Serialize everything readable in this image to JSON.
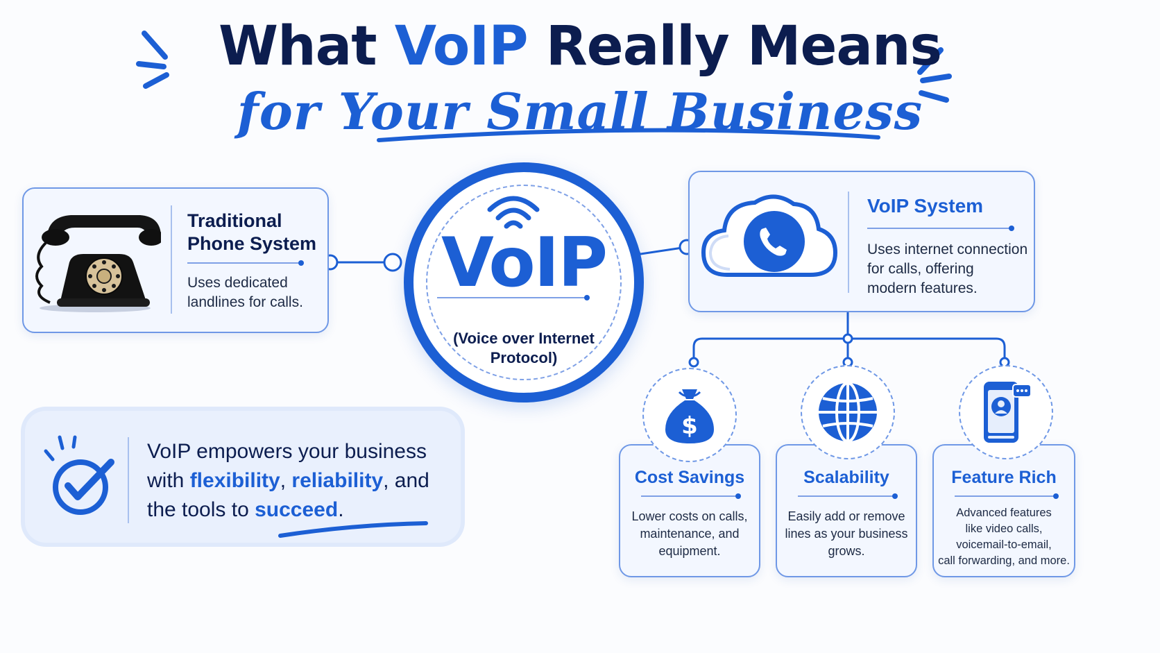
{
  "title": {
    "line1_prefix": "What ",
    "line1_accent": "VoIP",
    "line1_suffix": " Really Means",
    "line2": "for Your Small Business"
  },
  "traditional": {
    "title_line1": "Traditional",
    "title_line2": "Phone System",
    "body_line1": "Uses dedicated",
    "body_line2": "landlines for calls."
  },
  "voip_center": {
    "word": "VoIP",
    "sub_line1": "(Voice over Internet",
    "sub_line2": "Protocol)"
  },
  "voip_system": {
    "title": "VoIP System",
    "body_line1": "Uses internet connection",
    "body_line2": "for calls, offering",
    "body_line3": "modern features."
  },
  "benefits": [
    {
      "title": "Cost Savings",
      "icon": "money-bag-icon",
      "body": [
        "Lower costs on calls,",
        "maintenance, and",
        "equipment."
      ]
    },
    {
      "title": "Scalability",
      "icon": "globe-icon",
      "body": [
        "Easily add or remove",
        "lines as your business",
        "grows."
      ]
    },
    {
      "title": "Feature Rich",
      "icon": "smartphone-video-icon",
      "body": [
        "Advanced features",
        "like video calls,",
        "voicemail-to-email,",
        "call forwarding, and more."
      ]
    }
  ],
  "banner": {
    "line1": "VoIP empowers your business",
    "line2_prefix": "with ",
    "line2_hl1": "flexibility",
    "line2_mid": ", ",
    "line2_hl2": "reliability",
    "line2_suffix": ", and",
    "line3_prefix": "the tools to ",
    "line3_hl": "succeed",
    "line3_suffix": ".",
    "icon": "checkmark-circle-icon"
  },
  "colors": {
    "primary": "#1c5fd4",
    "navy": "#0c1d4f",
    "card_bg": "#f3f7ff",
    "card_border": "#6f98e6"
  }
}
